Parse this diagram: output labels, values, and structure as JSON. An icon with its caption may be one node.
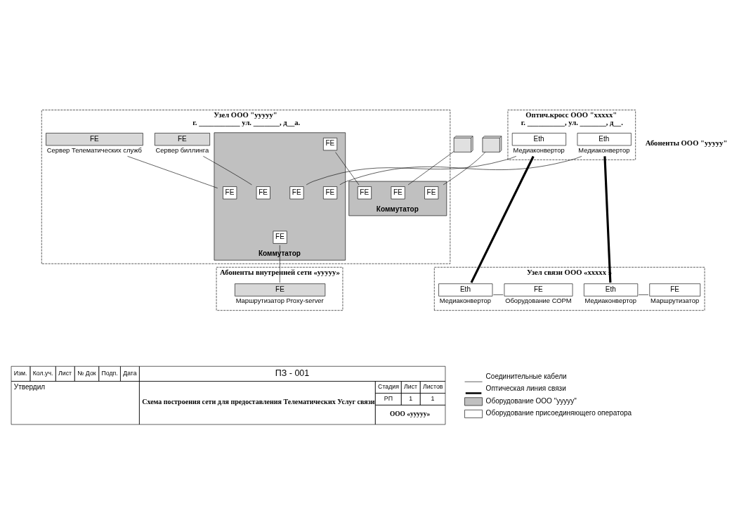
{
  "diagram": {
    "nodes": [
      {
        "text": [
          "Оптич.кросс ООО \"xxxxx\"",
          "г. __________, ул. _______, д__."
        ]
      },
      {
        "text": [
          "Eth"
        ],
        "beside": [
          "Медиаконвертор"
        ],
        "in": 0
      },
      {
        "text": [
          "Eth"
        ],
        "beside": [
          "Медиаконвертор"
        ],
        "in": 0
      },
      {
        "text": [
          "Узел связи ООО «xxxxx »"
        ]
      },
      {
        "text": [
          "Eth"
        ],
        "beside": [
          "Медиаконвертор"
        ],
        "in": 3
      },
      {
        "text": [
          "FE"
        ],
        "beside": [
          "Маршрутизатор"
        ],
        "in": 3
      },
      {
        "text": [
          "Eth"
        ],
        "beside": [
          "Медиаконвертор"
        ],
        "in": 3
      },
      {
        "text": [
          "FE"
        ],
        "beside": [
          "Оборудование СОРМ"
        ],
        "in": 3
      },
      {
        "text": [
          "Узел ООО \"yyyyy\"",
          "г. ___________ ул. _______, д__а."
        ]
      },
      {
        "text": [
          "FE"
        ],
        "beside": [
          "Сервер биллинга"
        ],
        "in": 8
      },
      {
        "text": [
          "FE"
        ],
        "beside": [
          "Сервер Телематических служб"
        ],
        "in": 8
      },
      {
        "text": [
          "Коммутатор"
        ],
        "in": 8
      },
      {
        "text": [
          "FE"
        ],
        "in": 11
      },
      {
        "text": [
          "FE"
        ],
        "in": 11
      },
      {
        "text": [
          "FE"
        ],
        "in": 11
      },
      {
        "text": [
          "FE"
        ],
        "in": 11
      },
      {
        "text": [
          "FE"
        ],
        "in": 11
      },
      {
        "text": [
          "FE"
        ],
        "in": 11
      },
      {
        "text": [
          "Коммутатор"
        ],
        "in": 8
      },
      {
        "text": [
          "FE"
        ],
        "in": 18
      },
      {
        "text": [
          "FE"
        ],
        "in": 18
      },
      {
        "text": [
          "FE"
        ],
        "in": 18
      },
      {
        "text": [],
        "shape": "computer"
      },
      {
        "text": [],
        "shape": "computer"
      },
      {
        "text": [
          "Абоненты внутренней сети «yyyyy»"
        ]
      },
      {
        "text": [
          "FE"
        ],
        "beside": [
          "Маршрутизатор Proxy-server"
        ],
        "in": 24
      }
    ],
    "edges": [
      {
        "from": 1,
        "to": 6,
        "arrow": "none",
        "style": "thick"
      },
      {
        "from": 2,
        "to": 4,
        "arrow": "none",
        "style": "thick"
      },
      {
        "from": 1,
        "to": 15,
        "arrow": "none"
      },
      {
        "from": 2,
        "to": 14,
        "arrow": "none"
      },
      {
        "from": 9,
        "to": 16,
        "arrow": "none"
      },
      {
        "from": 10,
        "to": 17,
        "arrow": "none"
      },
      {
        "from": 13,
        "to": 25,
        "arrow": "none"
      },
      {
        "from": 12,
        "to": 19,
        "arrow": "none"
      },
      {
        "from": 22,
        "to": 20,
        "arrow": "none"
      },
      {
        "from": 23,
        "to": 21,
        "arrow": "none"
      },
      {
        "from": 4,
        "to": 5,
        "arrow": "none"
      },
      {
        "from": 6,
        "to": 7,
        "arrow": "none"
      }
    ],
    "labels": [
      "Абоненты ООО \"yyyyy\"",
      "Изм.",
      "Кол.уч.",
      "Лист",
      "№ Док",
      "Подп.",
      "Дата",
      "ПЗ - 001",
      "Утвердил",
      "Схема построения сети для предоставления Телематических Услуг связи",
      "Стадия",
      "Лист",
      "Листов",
      "РП",
      "1",
      "1",
      "ООО «yyyyy»"
    ],
    "legend": [
      {
        "text": "Соединительные кабели"
      },
      {
        "text": "Оптическая линия связи"
      },
      {
        "text": "Оборудование ООО \"yyyyy\"",
        "color": "#c0c0c0"
      },
      {
        "text": "Оборудование присоединяющего оператора",
        "color": "#ffffff"
      }
    ]
  }
}
